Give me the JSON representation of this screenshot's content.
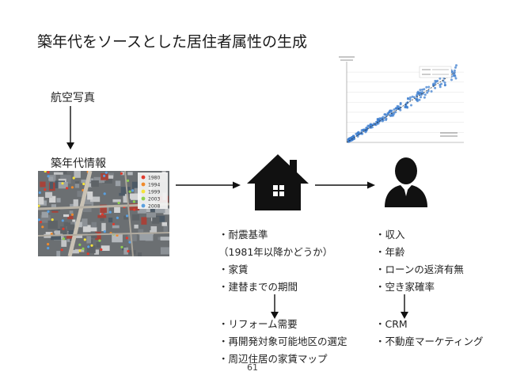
{
  "slide": {
    "title": "築年代をソースとした居住者属性の生成",
    "page_number": "61"
  },
  "nodes": {
    "aerial_photo": "航空写真",
    "building_age_info": "築年代情報"
  },
  "aerial_legend": [
    "1980",
    "1994",
    "1999",
    "2003",
    "2008"
  ],
  "aerial_legend_colors": [
    "#e03b2e",
    "#f08a2c",
    "#f5e33a",
    "#8fd14f",
    "#5aa0e0"
  ],
  "house_attributes": [
    "・耐震基準",
    "（1981年以降かどうか）",
    "・家賃",
    "・建替までの期間"
  ],
  "house_applications": [
    "・リフォーム需要",
    "・再開発対象可能地区の選定",
    "・周辺住居の家賃マップ"
  ],
  "resident_attributes": [
    "・収入",
    "・年齢",
    "・ローンの返済有無",
    "・空き家確率"
  ],
  "resident_applications": [
    "・CRM",
    "・不動産マーケティング"
  ],
  "icons": {
    "house": "house-icon",
    "person": "person-icon"
  }
}
